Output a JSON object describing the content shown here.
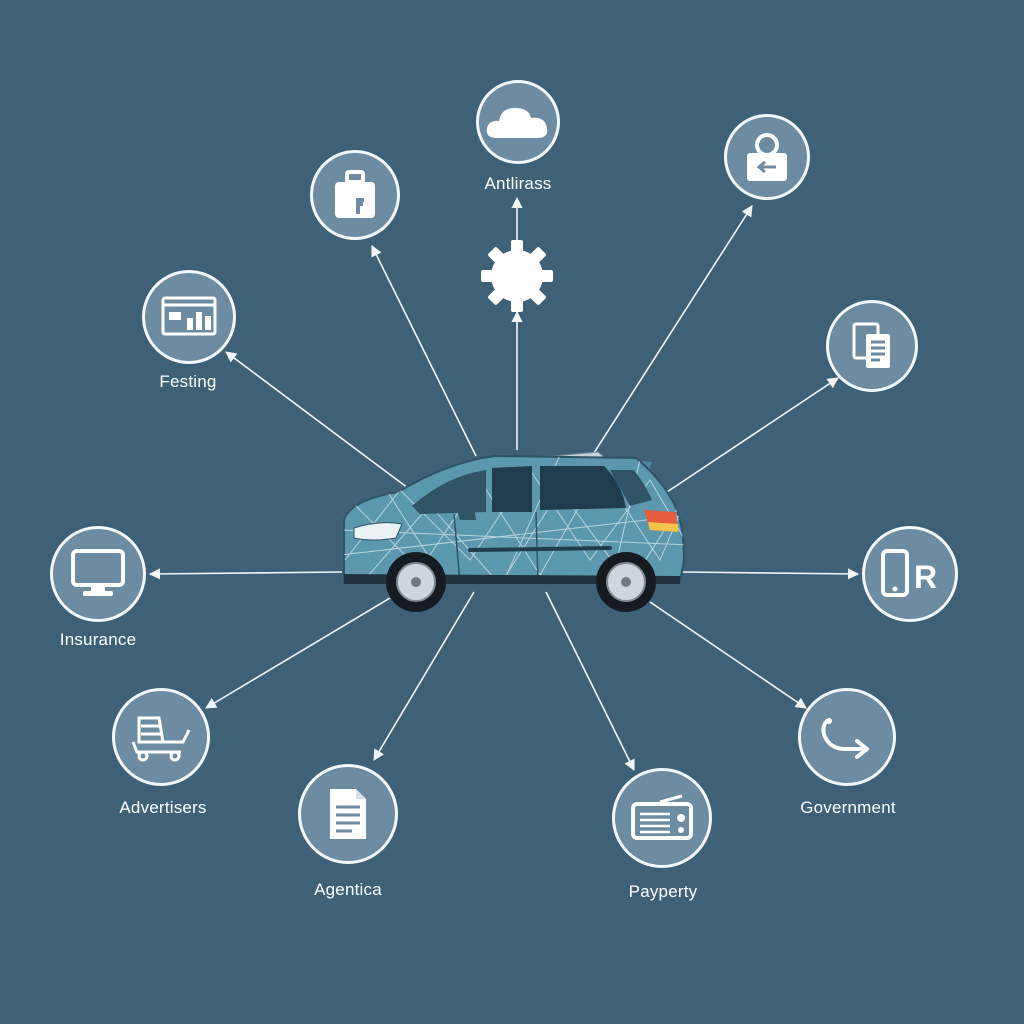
{
  "colors": {
    "background": "#3f6178",
    "node_fill": "#6d8ba1",
    "node_stroke": "#f4f7f9",
    "arrow": "#f2f5f7",
    "car_body": "#5b98ad",
    "car_pattern": "#d8e8ee"
  },
  "hub": {
    "icon": "connected-car-icon"
  },
  "nodes": [
    {
      "id": "cloud",
      "icon": "cloud-icon",
      "label": "Antlirass"
    },
    {
      "id": "briefcase",
      "icon": "briefcase-icon",
      "label": ""
    },
    {
      "id": "lock",
      "icon": "lock-icon",
      "label": ""
    },
    {
      "id": "testing",
      "icon": "dashboard-icon",
      "label": "Festing"
    },
    {
      "id": "documents",
      "icon": "documents-icon",
      "label": ""
    },
    {
      "id": "insurance",
      "icon": "monitor-icon",
      "label": "Insurance"
    },
    {
      "id": "phone",
      "icon": "phone-r-icon",
      "label": ""
    },
    {
      "id": "advertisers",
      "icon": "shopping-cart-icon",
      "label": "Advertisers"
    },
    {
      "id": "government",
      "icon": "route-icon",
      "label": "Government"
    },
    {
      "id": "agentica",
      "icon": "document-icon",
      "label": "Agentica"
    },
    {
      "id": "payperty",
      "icon": "radio-icon",
      "label": "Payperty"
    }
  ],
  "gear": {
    "icon": "gear-icon"
  }
}
